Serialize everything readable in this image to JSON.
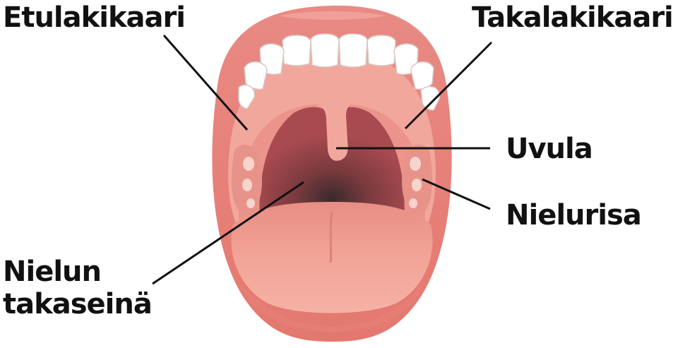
{
  "labels": {
    "front_arch": "Etulakikaari",
    "back_arch": "Takalakikaari",
    "uvula": "Uvula",
    "tonsil": "Nielurisa",
    "throat_wall_line1": "Nielun",
    "throat_wall_line2": "takaseinä"
  },
  "colors": {
    "lip": "#e67f7a",
    "lip_dark": "#d96c68",
    "palate": "#f2a79d",
    "arch": "#ec948b",
    "throat": "#a84a4f",
    "throat_shadow": "#3a2a2c",
    "tongue": "#f2a497",
    "teeth": "#ffffff",
    "leader_line": "#111111",
    "label_text": "#111111"
  }
}
